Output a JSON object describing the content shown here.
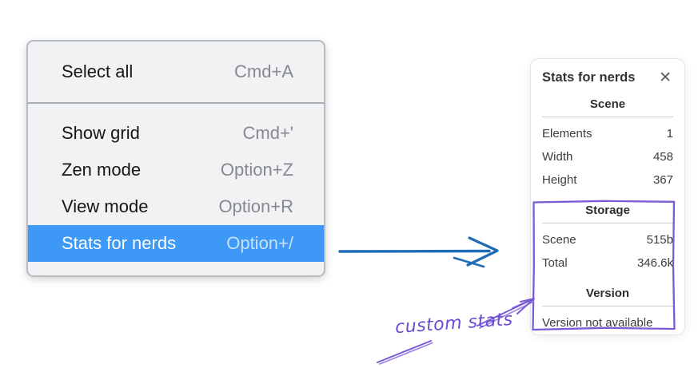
{
  "menu": {
    "sections": [
      {
        "items": [
          {
            "label": "Select all",
            "shortcut": "Cmd+A"
          }
        ]
      },
      {
        "items": [
          {
            "label": "Show grid",
            "shortcut": "Cmd+'"
          },
          {
            "label": "Zen mode",
            "shortcut": "Option+Z"
          },
          {
            "label": "View mode",
            "shortcut": "Option+R"
          },
          {
            "label": "Stats for nerds",
            "shortcut": "Option+/",
            "highlighted": true
          }
        ]
      }
    ],
    "highlight_color": "#3d99f5"
  },
  "stats_panel": {
    "title": "Stats for nerds",
    "sections": [
      {
        "heading": "Scene",
        "rows": [
          {
            "label": "Elements",
            "value": "1"
          },
          {
            "label": "Width",
            "value": "458"
          },
          {
            "label": "Height",
            "value": "367"
          }
        ]
      },
      {
        "heading": "Storage",
        "rows": [
          {
            "label": "Scene",
            "value": "515b"
          },
          {
            "label": "Total",
            "value": "346.6k"
          }
        ]
      },
      {
        "heading": "Version",
        "note": "Version not available"
      }
    ]
  },
  "icons": {
    "close": "✕"
  },
  "annotations": {
    "label": "custom stats",
    "purple_color": "#7a5bd6",
    "blue_color": "#1e6cb5"
  }
}
